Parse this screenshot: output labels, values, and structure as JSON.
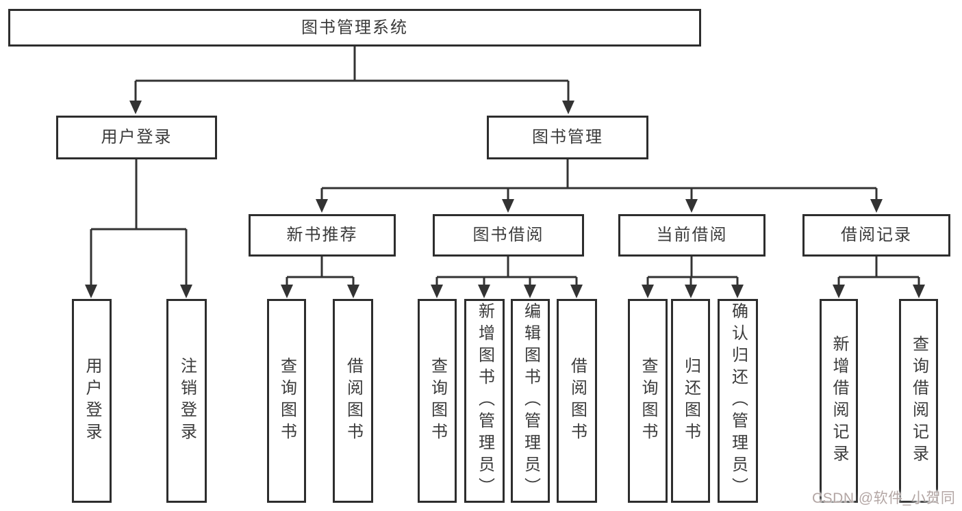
{
  "diagram": {
    "root": {
      "label": "图书管理系统"
    },
    "user_login": {
      "label": "用户登录",
      "children": [
        {
          "label": "用户登录"
        },
        {
          "label": "注销登录"
        }
      ]
    },
    "book_management": {
      "label": "图书管理",
      "modules": [
        {
          "label": "新书推荐",
          "children": [
            {
              "label": "查询图书"
            },
            {
              "label": "借阅图书"
            }
          ]
        },
        {
          "label": "图书借阅",
          "children": [
            {
              "label": "查询图书"
            },
            {
              "label": "新增图书（管理员）"
            },
            {
              "label": "编辑图书（管理员）"
            },
            {
              "label": "借阅图书"
            }
          ]
        },
        {
          "label": "当前借阅",
          "children": [
            {
              "label": "查询图书"
            },
            {
              "label": "归还图书"
            },
            {
              "label": "确认归还（管理员）"
            }
          ]
        },
        {
          "label": "借阅记录",
          "children": [
            {
              "label": "新增借阅记录"
            },
            {
              "label": "查询借阅记录"
            }
          ]
        }
      ]
    }
  },
  "watermark": {
    "text": "CSDN @软件_小贺同学"
  },
  "colors": {
    "box_border": "#2d2d2d",
    "connector": "#333333",
    "text": "#3b3b3b",
    "watermark": "#b3a6a4",
    "background": "#ffffff"
  }
}
